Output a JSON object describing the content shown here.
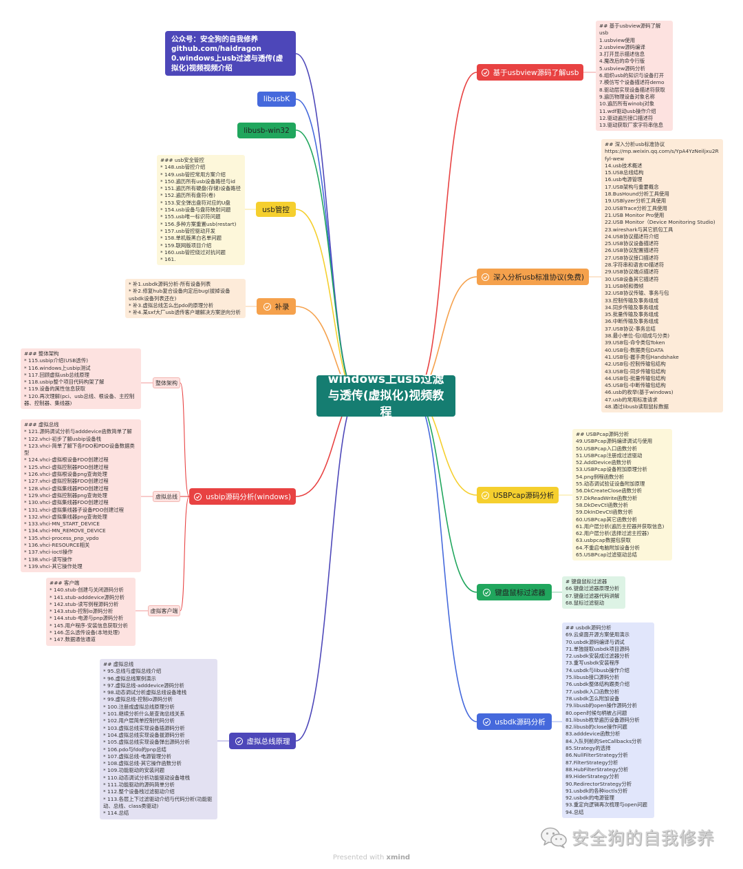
{
  "colors": {
    "teal": "#157d71",
    "purple": "#4d47b9",
    "blue": "#4569dc",
    "green": "#20a65d",
    "yellow": "#f5cf2e",
    "orange": "#f5a14c",
    "red": "#e84242",
    "note_red": "#fde2e0",
    "note_orange": "#fdebd9",
    "note_yellow": "#fdf7da",
    "note_green": "#ddf3e5",
    "note_blue": "#e1e6fb",
    "note_purple": "#e3e1f2"
  },
  "central": {
    "title": "windows上usb过滤与透传(虚拟化)视频教程"
  },
  "left": {
    "intro": {
      "lines": [
        "公众号：安全狗的自我修养",
        "github.com/haidragon",
        "0.windows上usb过滤与透传(虚拟化)视频视频介绍"
      ]
    },
    "libusbk": {
      "label": "libusbK"
    },
    "libusb_win32": {
      "label": "libusb-win32"
    },
    "usb_control": {
      "label": "usb管控",
      "note": [
        "### usb安全管控",
        "* 148.usb管控介绍",
        "* 149.usb管控常用方案介绍",
        "* 150.遍历所有usb设备路径与id",
        "* 151.遍历所有硬盘(存储)设备路径",
        "* 152.遍历所有盘符(卷)",
        "* 153.安全弹出盘符对应的U盘",
        "* 154.usb设备与盘符映射问题",
        "* 155.usb唯一标识符问题",
        "* 156.多种方案重置usb(restart)",
        "* 157.usb管控驱动开发",
        "* 158.单机版黑白名单问题",
        "* 159.联网版项目介绍",
        "* 160.usb管控绕过对抗问题",
        "* 161."
      ]
    },
    "supplement": {
      "label": "补录",
      "note": [
        "* 补1.usbdk源码分析-所有设备列表",
        " * 补2.修复hub复合设备向定后bug(拔掉设备usbdk设备列表还在)",
        " * 补3.虚拟总线怎么出pdo的原理分析",
        " * 补4.某sxf大厂usb透传客户端解决方案逆向分析"
      ]
    },
    "usbip": {
      "label": "usbip源码分析(windows)",
      "subtopics": [
        {
          "label": "整体架构",
          "note": [
            "### 整体架构",
            "* 115.usbip介绍(USB透传)",
            "* 116.windows上usbip测试",
            "* 117.回顾虚拟usb总线原理",
            "* 118.usbip整个项目代码构架了解",
            "* 119.设备的属性信息获取",
            "* 120.再次理解(pci、usb总线、根设备、主控制器、控制器、集线器)"
          ]
        },
        {
          "label": "虚拟总线",
          "note": [
            "### 虚拟总线",
            "* 121.源码调试分析与adddevice函数简单了解",
            "* 122.vhci-初步了解usbip设备栈",
            "* 123.vhci-简单了解下各FDO和PDO设备数据类型",
            "* 124.vhci-虚拟根设备FDO创建过程",
            "* 125.vhci-虚拟控制器PDO创建过程",
            "* 126.vhci-虚拟根设备png查询处理",
            "* 127.vhci-虚拟控制器FDO创建过程",
            "* 128.vhci-虚拟集线器PDO创建过程",
            "* 129.vhci-虚拟控制器png查询处理",
            "* 130.vhci-虚拟集线器FDO创建过程",
            "* 131.vhci-虚拟集线器子设备PDO创建过程",
            "* 132.vhci-虚拟集线器png查询处理",
            "* 133.vhci-MN_START_DEVICE",
            "* 134.vhci-MN_REMOVE_DEVICE",
            "* 135.vhci-process_pnp_vpdo",
            "* 136.vhci-RESOURCE相关",
            "* 137.vhci-ioctl操作",
            "* 138.vhci-读写操作",
            "* 139.vhci-其它操作处理"
          ]
        },
        {
          "label": "虚拟客户端",
          "note": [
            "### 客户端",
            "* 140.stub-创建与关闭源码分析",
            "* 141.stub-adddevice源码分析",
            "* 142.stub-读写例程源码分析",
            "* 143.stub-控制io源码分析",
            "* 144.stub-电源与pnp源码分析",
            "* 145.用户程序-安装信息获取分析",
            "* 146.怎么透传设备(本地处理)",
            "* 147.数据通信通道"
          ]
        }
      ]
    },
    "virtual_bus": {
      "label": "虚拟总线原理",
      "note": [
        "## 虚拟总线",
        "* 95.总线与虚拟总线介绍",
        "* 96.虚拟总线案例演示",
        "* 97.虚拟总线-adddevice源码分析",
        "* 98.动态调试分析虚拟总线设备堆栈",
        "* 99.虚拟总线-控制io源码分析",
        "* 100.注册成虚拟总线原理分析",
        "* 101.继续分析什么是查询总线关系",
        "* 102.用户层简单控制代码分析",
        "* 103.虚拟总线实现设备插源码分析",
        "* 104.虚拟总线实现设备拔源码分析",
        "* 105.虚拟总线实现设备弹出源码分析",
        "* 106.pdo与fdo的pnp总结",
        "* 107.虚拟总线-电源管理分析",
        "* 108.虚拟总线-其它操作函数分析",
        "* 109.功能驱动的安装问题",
        "* 110.动态调试分析功能驱动设备堆栈",
        "* 111.功能驱动的源码简单分析",
        "* 112.整个设备栈过滤驱动介绍",
        "* 113.各层上下过滤驱动介绍与代码分析(功能驱动、总线、class类驱动)",
        "* 114.总结"
      ]
    }
  },
  "right": {
    "usbview": {
      "label": "基于usbview源码了解usb",
      "note": [
        "## 基于usbview源码了解usb",
        "1.usbview使用",
        "2.usbview源码编译",
        "3.打开显示描述信息",
        "4.魔改后的命令行版",
        "5.usbview源码分析",
        "6.组织usb的知识与设备打开",
        "7.模仿写个设备描述符demo",
        "8.驱动层实现设备描述符获取",
        "9.遍历物理设备对象名称",
        "10.遍历所有winobj对象",
        "11.wdf驱动usb操作介绍",
        "12.驱动遍历接口描述符",
        "13.驱动获取厂家字符串信息"
      ]
    },
    "protocol": {
      "label": "深入分析usb标准协议(免费)",
      "note": [
        "## 深入分析usb标准协议",
        "https://mp.weixin.qq.com/s/YpA4YzNeiljxu2Rfyl-wew",
        "14.usb技术概述",
        "15.USB总线结构",
        "16.usb电源管理",
        "17.USB架构与重要概念",
        "18.BusHound分析工具使用",
        "19.USBlyzer分析工具使用",
        "20.USBTrace分析工具使用",
        "21.USB Monitor Pro使用",
        "22.USB Monitor（Device Monitoring Studio)",
        "23.wireshark与其它抓包工具",
        "24.USB协议描述符介绍",
        "25.USB协议设备描述符",
        "26.USB协议配置描述符",
        "27.USB协议接口描述符",
        "28.字符串和语言ID描述符",
        "29.USB协议端点描述符",
        "30.USB设备其它描述符",
        "31.USB帧和微帧",
        "32.USB协议传输、事务与包",
        "33.控制传输及事务组成",
        "34.同步传输及事务组成",
        "35.批量传输及事务组成",
        "36.中断传输及事务组成",
        "37.USB协议-事务总结",
        "38.最小单位-包(组成与分类)",
        "39.USB包-命令类包Token",
        "40.USB包-数据类包DATA",
        "41.USB包-握手类包Handshake",
        "42.USB包-控制传输包结构",
        "43.USB包-同步传输包结构",
        "44.USB包-批量传输包结构",
        "45.USB包-中断传输包结构",
        "46.usb的枚举(基于windows)",
        "47.usb的常用标准请求",
        "48.通过libusb读取鼠标数据"
      ]
    },
    "usbpcap": {
      "label": "USBPcap源码分析",
      "note": [
        "## USBPcap源码分析",
        "49.USBPcap源码编译调试与使用",
        "50.USBPcap入口函数分析",
        "51.USBPcap注册成过滤驱动",
        "52.AddDevice函数分析",
        "53.USBPcap设备附加原理分析",
        "54.png例程函数分析",
        "55.动态调试验证设备附加原理",
        "56.DkCreateClose函数分析",
        "57.DkReadWrite函数分析",
        "58.DkDevCtl函数分析",
        "59.DkInDevCtl函数分析",
        "60.USBPcap其它函数分析",
        "61.用户层分析(遍历主控器并获取信息)",
        "62.用户层分析(选择过滤主控器)",
        "63.usbpcap数据包获取",
        "64.不重启电脑附加设备分析",
        "65.USBPcap过滤驱动总结"
      ]
    },
    "keyboard_mouse": {
      "label": "键盘鼠标过滤器",
      "note": [
        "# 键盘鼠标过滤器",
        "66.键盘过滤器原理分析",
        "67.键盘过滤器代码讲解",
        "68.鼠标过滤驱动"
      ]
    },
    "usbdk": {
      "label": "usbdk源码分析",
      "note": [
        "## usbdk源码分析",
        "69.云桌面开源方案使用演示",
        "70.usbdk源码编译与调试",
        "71.单独提取usbdk项目源码",
        "72.usbdk安装成过滤器分析",
        "73.重写usbdk安装程序",
        "74.usbdk与libusb操作介绍",
        "75.libusb接口源码分析",
        "76.usbdk整体结构跟类介绍",
        "77.usbdk入口函数分析",
        "78.usbdk怎么附加设备",
        "79.libusb的open操作源码分析",
        "80.open时候句柄被占问题",
        "81.libusb枚举遍历设备源码分析",
        "82.libusb的close操作问题",
        "83.adddevice函数分析",
        "84.入队列前的SetCallbacks分析",
        "85.Strategy的选择",
        "86.NullFilterStrategy分析",
        "87.FilterStrategy分析",
        "88.HubFilterStrategy分析",
        "89.HiderStrategy分析",
        "90.RedirectorStrategy分析",
        "91.usbdk的各种ioctls分析",
        "92.usbdk的电源管理",
        "93.重定向逻辑再次梳理与open问题",
        "94.总结"
      ]
    }
  },
  "watermark": {
    "icon": "wechat-icon",
    "text": "安全狗的自我修养"
  },
  "footer": {
    "prefix": "Presented with",
    "brand": "xmind"
  }
}
